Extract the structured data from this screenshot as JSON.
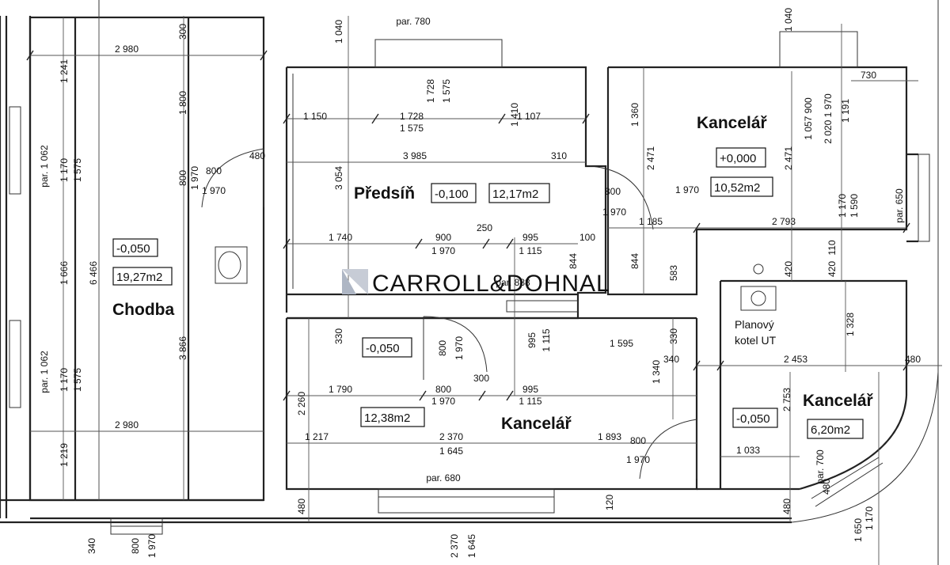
{
  "logo": {
    "text": "CARROLL&DOHNAL"
  },
  "rooms": [
    {
      "name": "Chodba",
      "level": "-0,050",
      "area": "19,27m2"
    },
    {
      "name": "Předsíň",
      "level": "-0,100",
      "area": "12,17m2"
    },
    {
      "name": "Kancelář",
      "level": "+0,000",
      "area": "10,52m2"
    },
    {
      "name": "Kancelář",
      "level": "-0,050",
      "area": "12,38m2"
    },
    {
      "name": "Kancelář",
      "level": "-0,050",
      "area": "6,20m2"
    }
  ],
  "boiler": {
    "line1": "Planový",
    "line2": "kotel UT"
  },
  "dims": {
    "h": [
      "2 980",
      "2 980",
      "3 985",
      "1 150",
      "1 728",
      "1 575",
      "1 107",
      "310",
      "480",
      "800",
      "1 970",
      "1 740",
      "900",
      "1 970",
      "250",
      "995",
      "1 115",
      "100",
      "1 185",
      "2 793",
      "730",
      "1 595",
      "340",
      "2 453",
      "480",
      "1 790",
      "800",
      "1 970",
      "300",
      "995",
      "1 115",
      "1 217",
      "2 370",
      "1 645",
      "1 893",
      "800",
      "1 970",
      "1 033",
      "800",
      "1 970",
      "par. 780",
      "par. 680",
      "par. 888",
      "1 970"
    ],
    "v": [
      "300",
      "1 241",
      "1 800",
      "1 170",
      "1 575",
      "par. 1 062",
      "800",
      "1 970",
      "1 666",
      "6 466",
      "1 170",
      "1 575",
      "par. 1 062",
      "3 866",
      "1 219",
      "1 040",
      "3 054",
      "1 728",
      "1 575",
      "1 410",
      "1 360",
      "2 471",
      "844",
      "583",
      "844",
      "1 040",
      "1 057 900",
      "2 020 1 970",
      "1 191",
      "2 471",
      "1 170",
      "1 590",
      "par. 650",
      "110",
      "420",
      "420",
      "1 328",
      "330",
      "800",
      "1 970",
      "995",
      "1 115",
      "330",
      "1 340",
      "2 753",
      "2 260",
      "480",
      "120",
      "480",
      "340",
      "800",
      "1 970",
      "2 370",
      "1 645",
      "480",
      "1 170",
      "1 650",
      "par. 700"
    ]
  }
}
